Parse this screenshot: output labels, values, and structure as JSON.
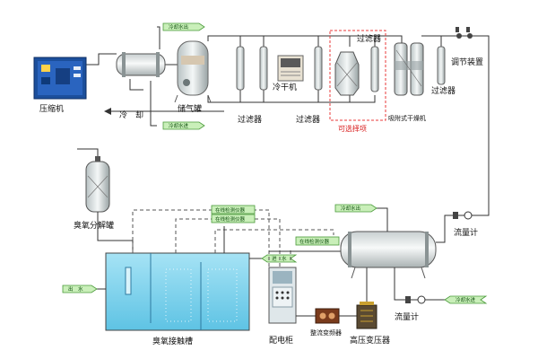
{
  "labels": {
    "compressor": "压缩机",
    "cooling": "冷　却",
    "gas_tank": "储气罐",
    "filter_1": "过滤器",
    "cold_dryer": "冷干机",
    "filter_2": "过滤器",
    "filter_top": "过滤器",
    "optional": "可选择项",
    "adsorption_dryer": "吸附式干燥机",
    "regulator": "调节装置",
    "filter_right": "过滤器",
    "ozone_decomposer": "臭氧分解罐",
    "flowmeter_1": "流量计",
    "flowmeter_2": "流量计",
    "contact_tank": "臭氧接触槽",
    "distribution_cabinet": "配电柜",
    "rectifier": "整流变频器",
    "hv_transformer": "高压变压器"
  },
  "tags": {
    "cw_out_top": "冷却水出",
    "cw_in_top": "冷却水进",
    "cw_out_right": "冷却水出",
    "cw_in_right": "冷却水进",
    "online_detector_1": "在线检测仪器",
    "online_detector_2": "在线检测仪器",
    "online_detector_3": "在线检测仪器",
    "outlet_water": "出　水",
    "inlet_water": "进　水"
  },
  "colors": {
    "pipe": "#333333",
    "tag_fill": "#c9efb9",
    "tag_stroke": "#4a9a3a",
    "water": "#7fd3ee",
    "tank_shell": "#e6ecec",
    "optional_box": "#e83a3a",
    "compressor": "#1c4f9c"
  }
}
